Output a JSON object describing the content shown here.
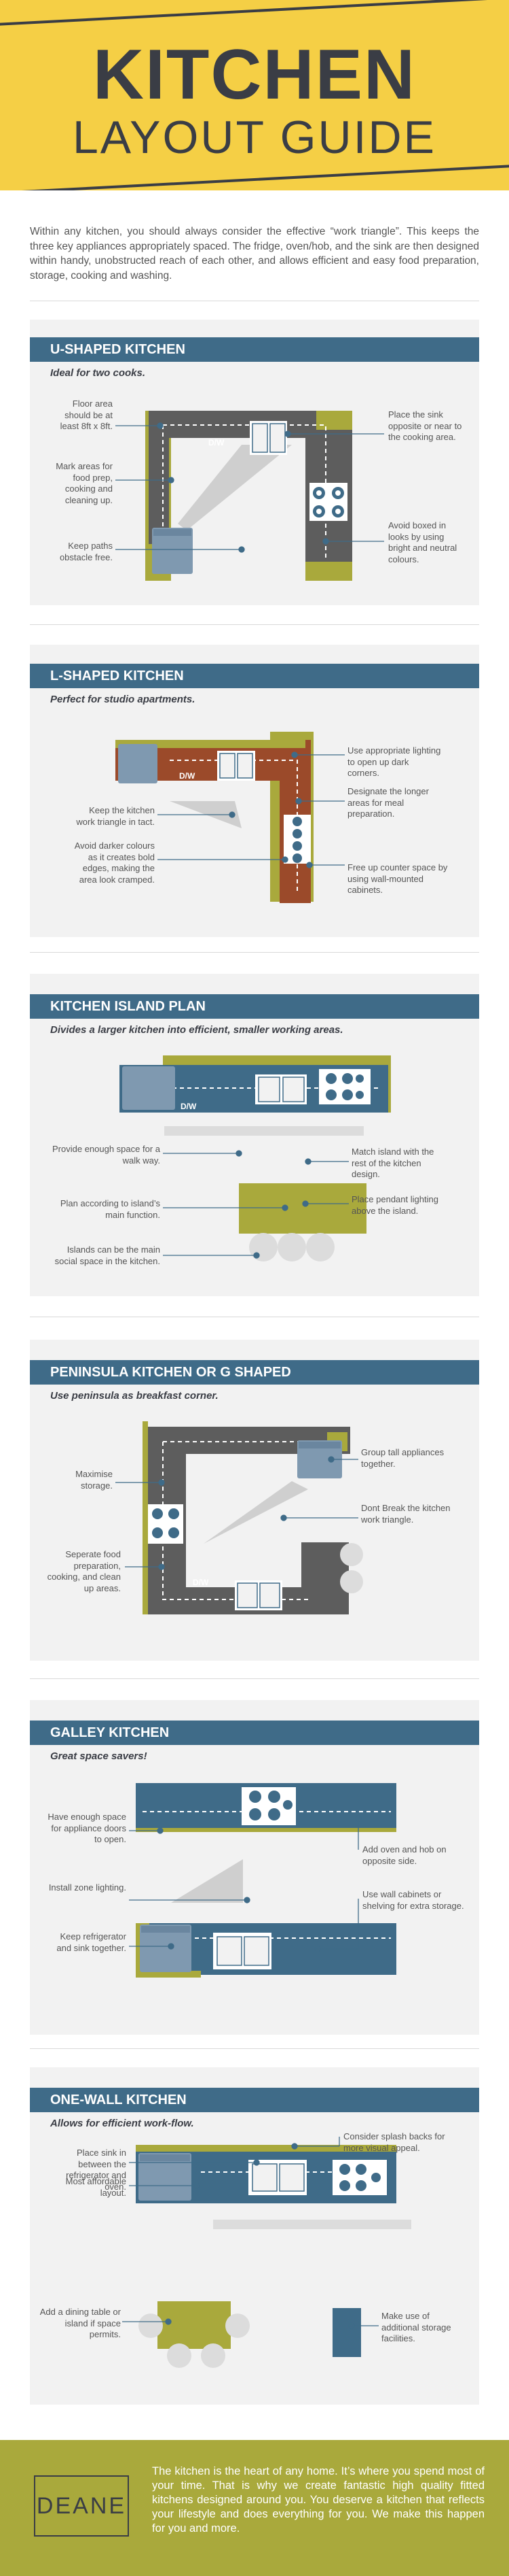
{
  "header": {
    "title": "KITCHEN",
    "subtitle": "LAYOUT GUIDE"
  },
  "intro": "Within any kitchen, you should always consider the effective “work triangle”. This keeps the three key appliances appropriately spaced. The fridge, oven/hob, and the sink are then designed within handy, unobstructed reach of each other, and allows efficient and easy food preparation, storage, cooking and washing.",
  "dw_label": "D/W",
  "sections": [
    {
      "title": "U-SHAPED KITCHEN",
      "subtitle": "Ideal for two cooks.",
      "notes": [
        "Floor area should be at least 8ft x 8ft.",
        "Mark areas for food prep, cooking and cleaning up.",
        "Keep paths obstacle free.",
        "Place the sink opposite or near to the cooking area.",
        "Avoid boxed in looks by using bright and neutral colours."
      ]
    },
    {
      "title": "L-SHAPED KITCHEN",
      "subtitle": "Perfect for studio apartments.",
      "notes": [
        "Keep the kitchen work triangle in tact.",
        "Avoid darker colours as it creates bold edges, making the area look cramped.",
        "Use appropriate lighting to open up dark corners.",
        "Designate the longer areas for meal preparation.",
        "Free up counter space by using wall-mounted cabinets."
      ]
    },
    {
      "title": "KITCHEN ISLAND PLAN",
      "subtitle": "Divides a larger kitchen into efficient, smaller working areas.",
      "notes": [
        "Provide enough space for a walk way.",
        "Plan according to island’s main function.",
        "Islands can be the main social space in the kitchen.",
        "Match island with the rest of the kitchen design.",
        "Place pendant lighting above the island."
      ]
    },
    {
      "title": "PENINSULA KITCHEN OR G SHAPED",
      "subtitle": "Use peninsula as breakfast corner.",
      "notes": [
        "Maximise storage.",
        "Seperate food preparation, cooking, and clean up areas.",
        "Group tall appliances together.",
        "Dont Break the kitchen work triangle."
      ]
    },
    {
      "title": "GALLEY KITCHEN",
      "subtitle": "Great space savers!",
      "notes": [
        "Have enough space for appliance doors to open.",
        "Install zone lighting.",
        "Keep refrigerator and sink together.",
        "Add oven and hob on opposite side.",
        "Use wall cabinets or shelving for extra storage."
      ]
    },
    {
      "title": "ONE-WALL KITCHEN",
      "subtitle": "Allows for efficient work-flow.",
      "notes": [
        "Place sink in between the refrigerator and oven.",
        "Most affordable layout.",
        "Add a dining table or island if space permits.",
        "Consider splash backs for more visual appeal.",
        "Make use of additional storage facilities."
      ]
    }
  ],
  "footer": {
    "brand": "DEANE",
    "text": "The kitchen is the heart of any home. It’s where you spend most of your time. That is why we create fantastic high quality fitted kitchens designed around you. You deserve a kitchen that reflects your lifestyle and does everything for you. We make this happen for you and more."
  },
  "colors": {
    "yellow": "#f5cf45",
    "navy": "#3f6b88",
    "charcoal": "#3a3d45",
    "olive": "#a9a93c",
    "grey": "#5d5d5d",
    "rust": "#9b4a2a",
    "steel": "#8aa3bb",
    "panel": "#f2f2f2"
  },
  "icons": [
    "sink-icon",
    "hob-icon",
    "fridge-icon",
    "dishwasher-icon",
    "stool-icon",
    "logo"
  ]
}
